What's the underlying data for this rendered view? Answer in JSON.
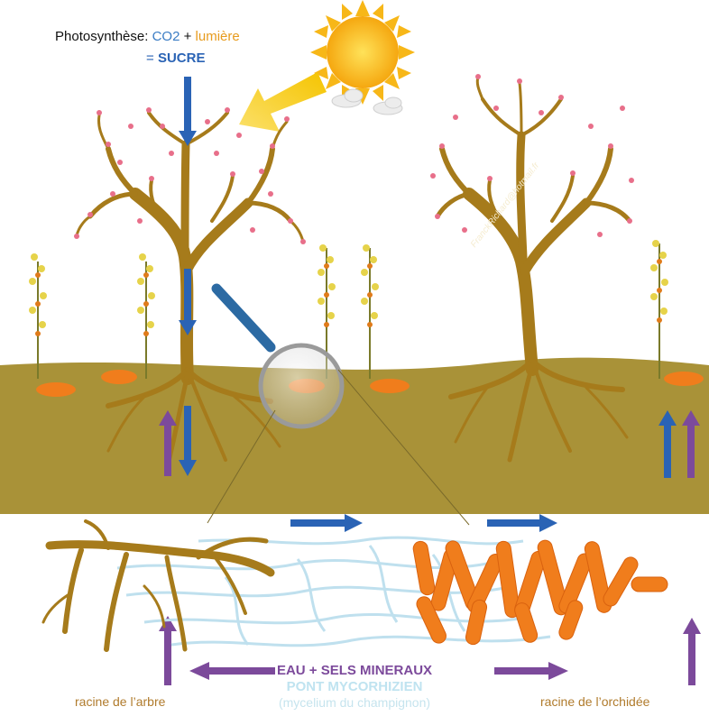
{
  "photosynthesis": {
    "prefix": "Photosynthèse: ",
    "co2": "CO2",
    "plus": " + ",
    "light": "lumière",
    "equals": "= ",
    "sugar": "SUCRE"
  },
  "bottom": {
    "water_minerals": "EAU + SELS MINERAUX",
    "bridge": "PONT MYCORHIZIEN",
    "mycelium": "(mycelium du champignon)",
    "tree_root": "racine de l’arbre",
    "orchid_root": "racine de l’orchidée"
  },
  "credit": "FranckRichard@hotmail.fr",
  "colors": {
    "soil": "#a99238",
    "tree": "#a67b1b",
    "blossom": "#e86f8a",
    "sun": "#f7c321",
    "sugar_arrow": "#2a63b5",
    "water_arrow": "#7c4a9b",
    "mycelium": "#bfe0ee",
    "orchid_root": "#f07d1c"
  }
}
